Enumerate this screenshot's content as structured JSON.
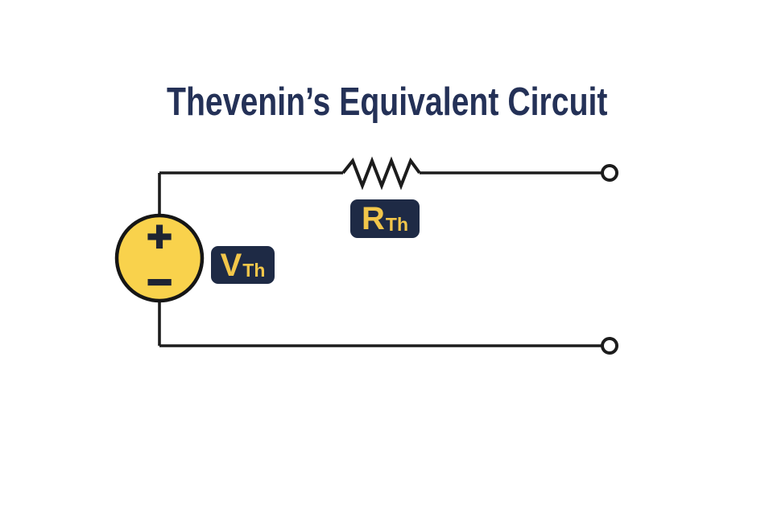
{
  "title": "Thevenin’s Equivalent Circuit",
  "colors": {
    "background": "#ffffff",
    "title_navy": "#243157",
    "badge_navy": "#1e2a45",
    "badge_yellow": "#f2c64a",
    "source_yellow": "#f9d24c",
    "wire": "#1c1c1c",
    "symbol_dark": "#1f2433"
  },
  "circuit": {
    "source": {
      "plus": "+",
      "minus": "−",
      "label": {
        "main": "V",
        "sub": "Th"
      }
    },
    "resistor": {
      "label": {
        "main": "R",
        "sub": "Th"
      }
    }
  }
}
